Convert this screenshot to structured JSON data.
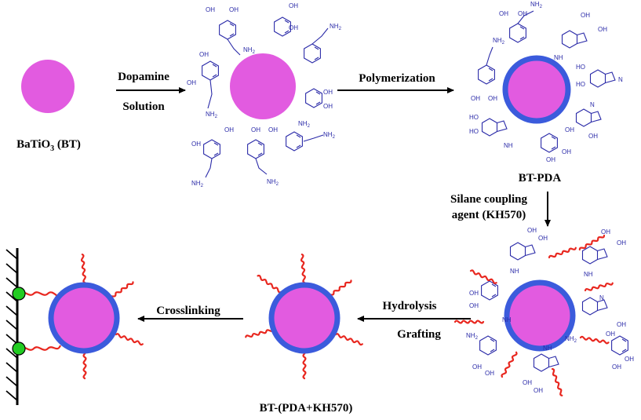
{
  "colors": {
    "particle": "#e25be0",
    "shell": "#3b5bdc",
    "chain": "#e8271f",
    "molecule": "#2a2aa8",
    "anchor": "#22cc22",
    "arrow": "#000000"
  },
  "labels": {
    "batio3_main": "BaTiO",
    "batio3_sub": "3",
    "batio3_tail": " (BT)",
    "bt_pda": "BT-PDA",
    "bt_pda_kh570": "BT-(PDA+KH570)"
  },
  "steps": {
    "dopamine_line1": "Dopamine",
    "dopamine_line2": "Solution",
    "polymerization": "Polymerization",
    "silane_line1": "Silane coupling",
    "silane_line2": "agent (KH570)",
    "hydrolysis": "Hydrolysis",
    "grafting": "Grafting",
    "crosslinking": "Crosslinking"
  },
  "groups": {
    "oh": "OH",
    "nh2": "NH",
    "nh2_sub": "2",
    "nh": "NH",
    "n": "N",
    "ho": "HO"
  }
}
